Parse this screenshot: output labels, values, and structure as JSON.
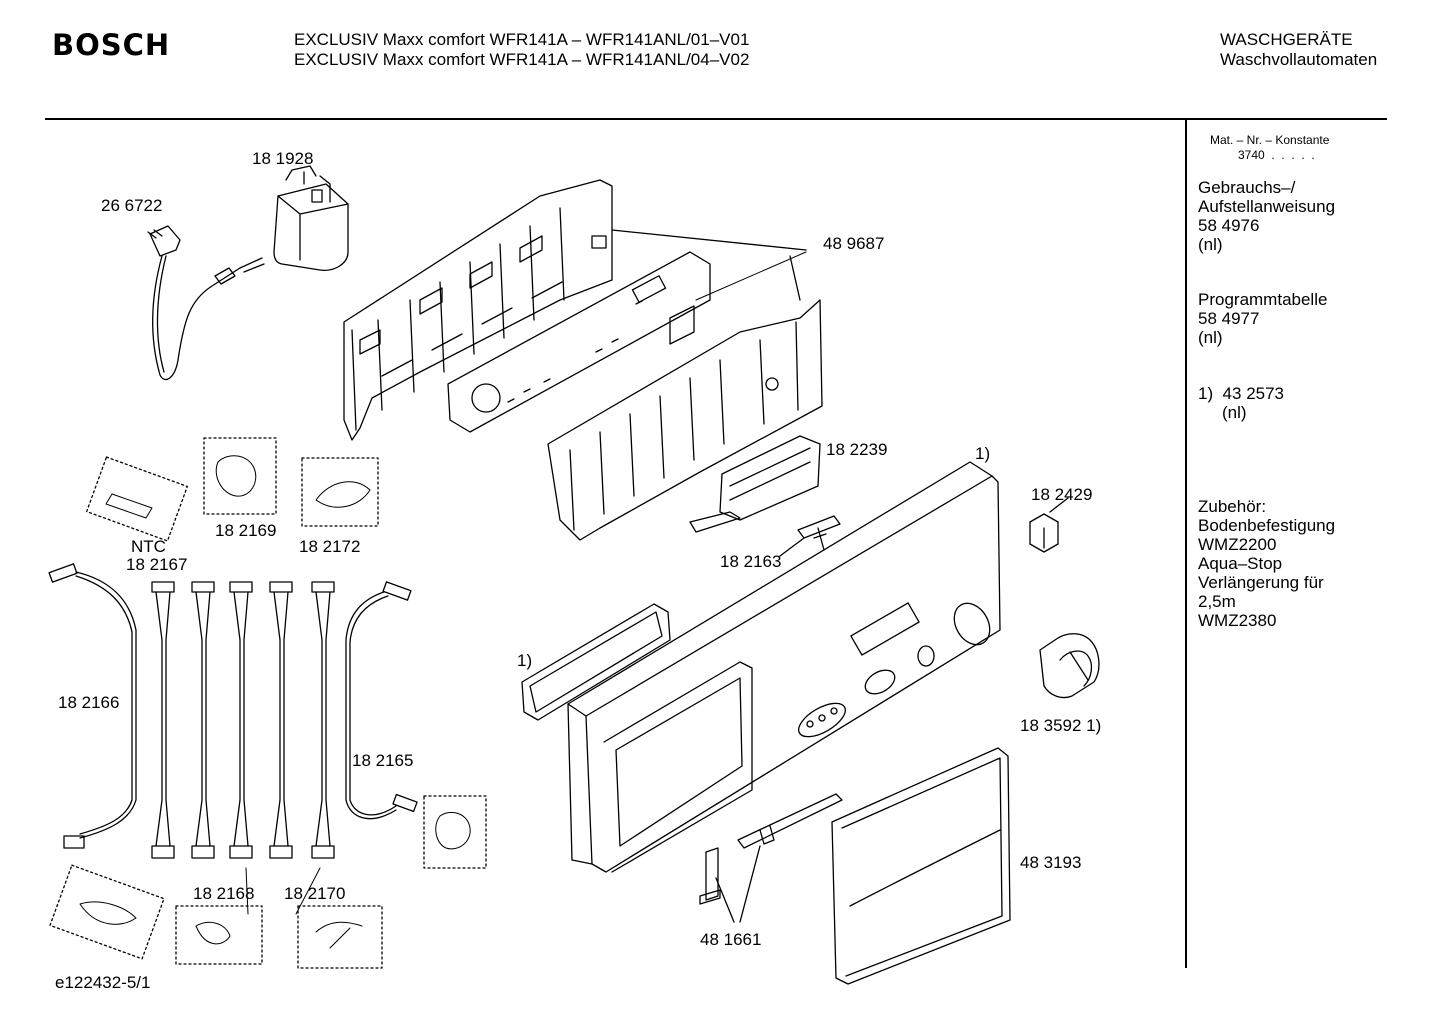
{
  "header": {
    "brand": "BOSCH",
    "model_line_1": "EXCLUSIV Maxx comfort WFR141A – WFR141ANL/01–V01",
    "model_line_2": "EXCLUSIV Maxx comfort WFR141A – WFR141ANL/04–V02",
    "category_1": "WASCHGERÄTE",
    "category_2": "Waschvollautomaten"
  },
  "sidebar": {
    "mat_label": "Mat. – Nr. – Konstante",
    "mat_value": "3740  .  .  .  .  .",
    "manual_title_1": "Gebrauchs–/",
    "manual_title_2": "Aufstellanweisung",
    "manual_number": "58 4976",
    "manual_lang": "(nl)",
    "program_title": "Programmtabelle",
    "program_number": "58 4977",
    "program_lang": "(nl)",
    "note_number": "1)  43 2573",
    "note_lang": "(nl)",
    "accessories_title": "Zubehör:",
    "acc_1": "Bodenbefestigung",
    "acc_2": "WMZ2200",
    "acc_3": "Aqua–Stop",
    "acc_4": "Verlängerung für",
    "acc_5": "2,5m",
    "acc_6": "WMZ2380"
  },
  "parts": {
    "p181928": "18 1928",
    "p266722": "26 6722",
    "p489687": "48 9687",
    "p182239": "18 2239",
    "p182163": "18 2163",
    "note_1a": "1)",
    "p182429": "18 2429",
    "ntc": "NTC",
    "p182167": "18 2167",
    "p182169": "18 2169",
    "p182172": "18 2172",
    "note_1b": "1)",
    "p182166": "18 2166",
    "p182165": "18 2165",
    "p183592": "18 3592 1)",
    "p483193": "48 3193",
    "p182168": "18 2168",
    "p182170": "18 2170",
    "p481661": "48 1661"
  },
  "footer": {
    "drawing_id": "e122432-5/1"
  }
}
